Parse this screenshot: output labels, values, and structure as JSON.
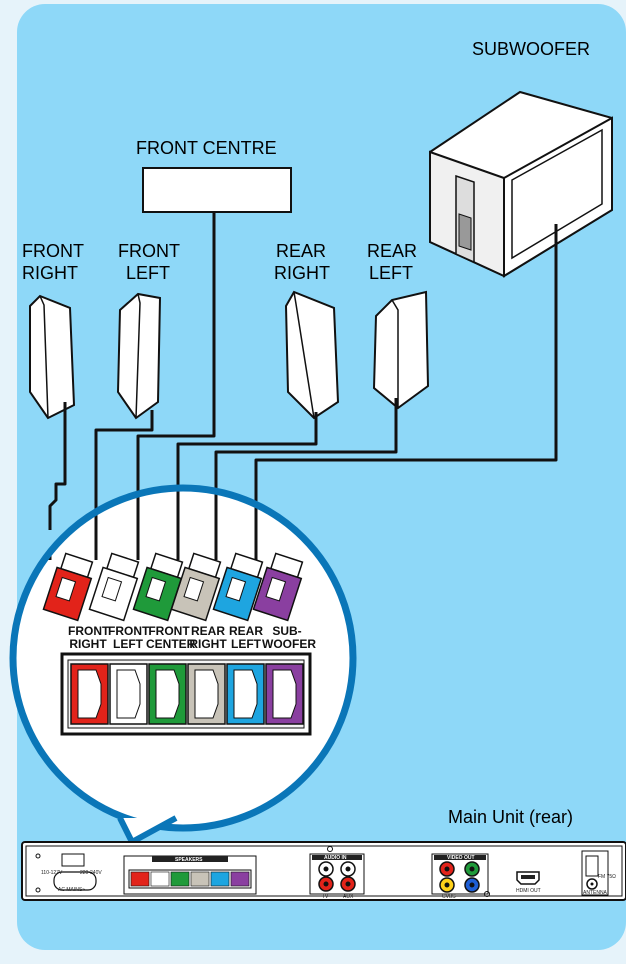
{
  "labels": {
    "subwoofer": "SUBWOOFER",
    "front_centre": "FRONT CENTRE",
    "front_right": [
      "FRONT",
      "RIGHT"
    ],
    "front_left": [
      "FRONT",
      "LEFT"
    ],
    "rear_right": [
      "REAR",
      "RIGHT"
    ],
    "rear_left": [
      "REAR",
      "LEFT"
    ],
    "main_unit": "Main Unit (rear)"
  },
  "connectors": [
    {
      "line1": "FRONT",
      "line2": "RIGHT",
      "color": "#e2231a"
    },
    {
      "line1": "FRONT",
      "line2": "LEFT",
      "color": "#ffffff"
    },
    {
      "line1": "FRONT",
      "line2": "CENTER",
      "color": "#1f9a3a"
    },
    {
      "line1": "REAR",
      "line2": "RIGHT",
      "color": "#c8c3b8"
    },
    {
      "line1": "REAR",
      "line2": "LEFT",
      "color": "#1ea5e0"
    },
    {
      "line1": "SUB-",
      "line2": "WOOFER",
      "color": "#8a3fa0"
    }
  ],
  "rear_panel": {
    "voltage_left": "110-127V",
    "voltage_right": "220-240V",
    "ac_mains": "AC MAINS~",
    "speakers": "SPEAKERS",
    "speaker_cols": [
      "FRONT RIGHT",
      "FRONT LEFT",
      "FRONT CENTER",
      "REAR RIGHT",
      "REAR LEFT",
      "SUB-WOOFER"
    ],
    "audio_in": "AUDIO IN",
    "tv": "TV",
    "aux": "AUX",
    "video_out": "VIDEO OUT",
    "cvbs": "CVBS",
    "hdmi_out": "HDMI OUT",
    "fm": "FM 75Ω",
    "antenna": "ANTENNA"
  },
  "colors": {
    "background": "#8ed8f8",
    "frame": "#e6f3fa",
    "zoom_ring": "#0a76b8"
  }
}
